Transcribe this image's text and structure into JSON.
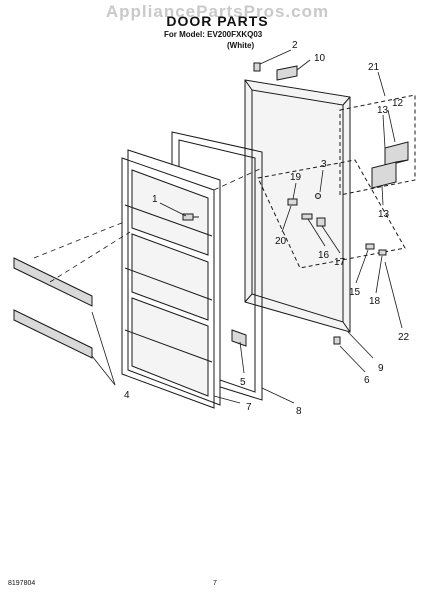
{
  "header": {
    "watermark": "AppliancePartsPros.com",
    "title": "DOOR PARTS",
    "model_line": "For Model: EV200FXKQ03",
    "variant": "(White)"
  },
  "callouts": [
    "1",
    "2",
    "3",
    "4",
    "5",
    "6",
    "7",
    "8",
    "9",
    "10",
    "12",
    "13",
    "13",
    "15",
    "16",
    "17",
    "18",
    "19",
    "20",
    "21",
    "22"
  ],
  "footer": {
    "doc_number": "8197804",
    "page_number": "7"
  },
  "colors": {
    "line": "#1a1a1a",
    "panel": "#f4f4f4",
    "shade": "#d9d9d9",
    "watermark": "#c9c9c9"
  }
}
